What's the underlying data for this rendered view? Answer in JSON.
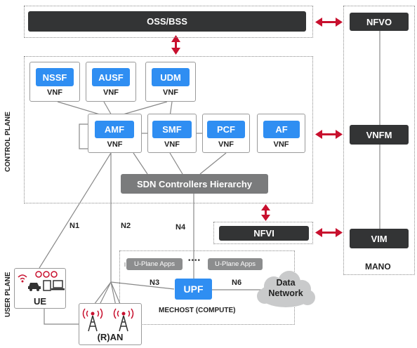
{
  "top": {
    "oss_bss": "OSS/BSS"
  },
  "mano": {
    "nfvo": "NFVO",
    "vnfm": "VNFM",
    "vim": "VIM",
    "label": "MANO"
  },
  "control_plane": {
    "label": "CONTROL PLANE",
    "functions": [
      {
        "name": "NSSF",
        "sub": "VNF"
      },
      {
        "name": "AUSF",
        "sub": "VNF"
      },
      {
        "name": "UDM",
        "sub": "VNF"
      },
      {
        "name": "AMF",
        "sub": "VNF"
      },
      {
        "name": "SMF",
        "sub": "VNF"
      },
      {
        "name": "PCF",
        "sub": "VNF"
      },
      {
        "name": "AF",
        "sub": "VNF"
      }
    ],
    "sdn": "SDN Controllers Hierarchy"
  },
  "nfvi": "NFVI",
  "user_plane": {
    "label": "USER PLANE",
    "ue": "UE",
    "ran": "(R)AN",
    "upf": "UPF",
    "apps_left": "U-Plane Apps",
    "apps_dots": "••••",
    "apps_right": "U-Plane Apps",
    "mechost": "MECHOST (COMPUTE)",
    "data_network_line1": "Data",
    "data_network_line2": "Network"
  },
  "interfaces": {
    "n1": "N1",
    "n2": "N2",
    "n3": "N3",
    "n4": "N4",
    "n6": "N6"
  },
  "colors": {
    "accent_blue": "#2f8ef2",
    "arrow_red": "#c8102e",
    "dark": "#333435",
    "grey": "#7a7b7c"
  }
}
